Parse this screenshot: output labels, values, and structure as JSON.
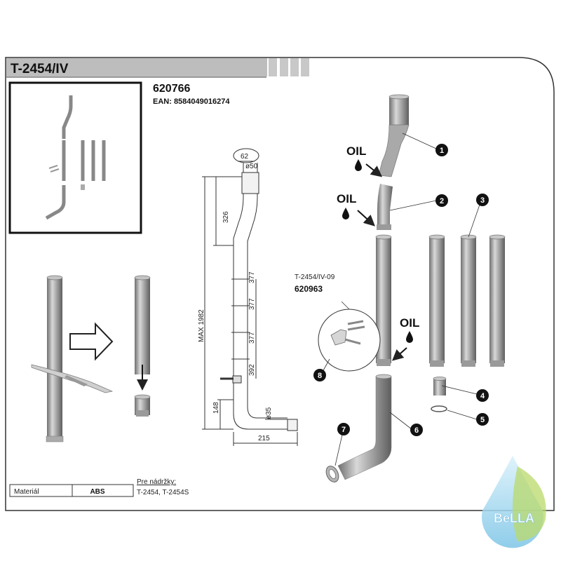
{
  "header": {
    "model": "T-2454/IV"
  },
  "product": {
    "code": "620766",
    "ean": "EAN: 8584049016274"
  },
  "dimensions": {
    "top_width": "62",
    "top_diameter": "ø50",
    "bend_height": "326",
    "segment_1": "377",
    "segment_2": "377",
    "segment_3": "377",
    "segment_4": "392",
    "total": "MAX 1982",
    "bottom_height": "148",
    "bottom_diameter": "ø35",
    "bottom_length": "215"
  },
  "oil_labels": [
    "OIL",
    "OIL",
    "OIL"
  ],
  "subpart": {
    "model": "T-2454/IV-09",
    "code": "620963"
  },
  "callouts": [
    "1",
    "2",
    "3",
    "4",
    "5",
    "6",
    "7",
    "8"
  ],
  "material": {
    "label": "Materiál",
    "value": "ABS"
  },
  "tanks": {
    "label": "Pre nádržky:",
    "models": "T-2454, T-2454S"
  },
  "brand": {
    "name": "BeLLA",
    "colors": {
      "drop": "#8fd0ec",
      "leaf": "#b9d96a"
    }
  }
}
